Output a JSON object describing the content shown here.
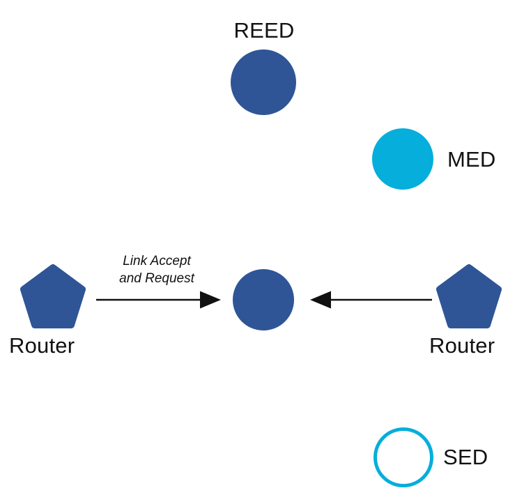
{
  "diagram": {
    "title": "Thread network device roles diagram",
    "labels": {
      "reed": "REED",
      "med": "MED",
      "router_left": "Router",
      "router_right": "Router",
      "sed": "SED"
    },
    "edge": {
      "label_line1": "Link Accept",
      "label_line2": "and Request"
    },
    "nodes": [
      {
        "id": "reed",
        "shape": "circle",
        "fill": "solid",
        "color": "#2F5597"
      },
      {
        "id": "med",
        "shape": "circle",
        "fill": "solid",
        "color": "#05AEDB"
      },
      {
        "id": "joining-device",
        "shape": "circle",
        "fill": "solid",
        "color": "#2F5597"
      },
      {
        "id": "router-left",
        "shape": "pentagon",
        "fill": "solid",
        "color": "#2F5597"
      },
      {
        "id": "router-right",
        "shape": "pentagon",
        "fill": "solid",
        "color": "#2F5597"
      },
      {
        "id": "sed",
        "shape": "circle",
        "fill": "outline",
        "color": "#05AEDB"
      }
    ],
    "edges": [
      {
        "from": "router-left",
        "to": "joining-device",
        "label": "Link Accept and Request",
        "direction": "right"
      },
      {
        "from": "router-right",
        "to": "joining-device",
        "label": "",
        "direction": "left"
      }
    ],
    "colors": {
      "dark_blue": "#2F5597",
      "cyan": "#05AEDB",
      "arrow": "#111111"
    }
  }
}
